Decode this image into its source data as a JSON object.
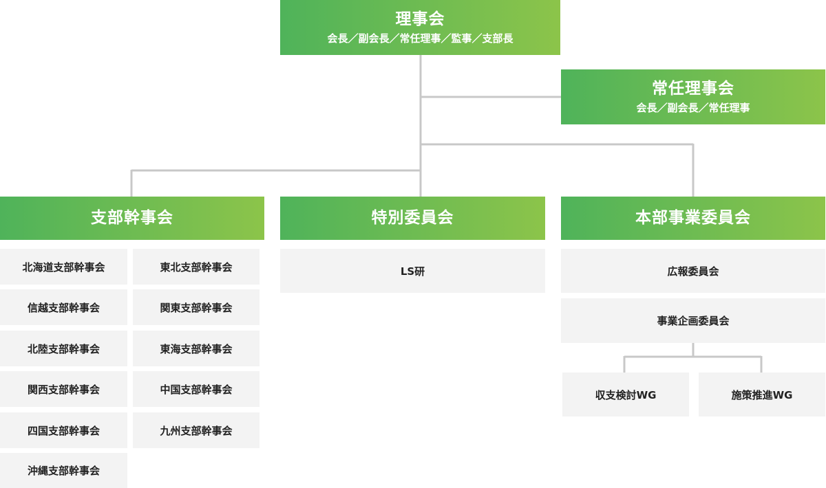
{
  "board": {
    "title": "理事会",
    "members": "会長／副会長／常任理事／監事／支部長"
  },
  "executive_board": {
    "title": "常任理事会",
    "members": "会長／副会長／常任理事"
  },
  "branch_committee": {
    "title": "支部幹事会",
    "items": [
      "北海道支部幹事会",
      "東北支部幹事会",
      "信越支部幹事会",
      "関東支部幹事会",
      "北陸支部幹事会",
      "東海支部幹事会",
      "関西支部幹事会",
      "中国支部幹事会",
      "四国支部幹事会",
      "九州支部幹事会",
      "沖縄支部幹事会"
    ]
  },
  "special_committee": {
    "title": "特別委員会",
    "items": [
      "LS研"
    ]
  },
  "hq_committee": {
    "title": "本部事業委員会",
    "items": [
      "広報委員会",
      "事業企画委員会"
    ],
    "working_groups": [
      "収支検討WG",
      "施策推進WG"
    ]
  },
  "colors": {
    "gradient_start": "#4fb35a",
    "gradient_end": "#8cc44a",
    "connector": "#c8c8c8",
    "cell_background": "#f3f3f3"
  }
}
